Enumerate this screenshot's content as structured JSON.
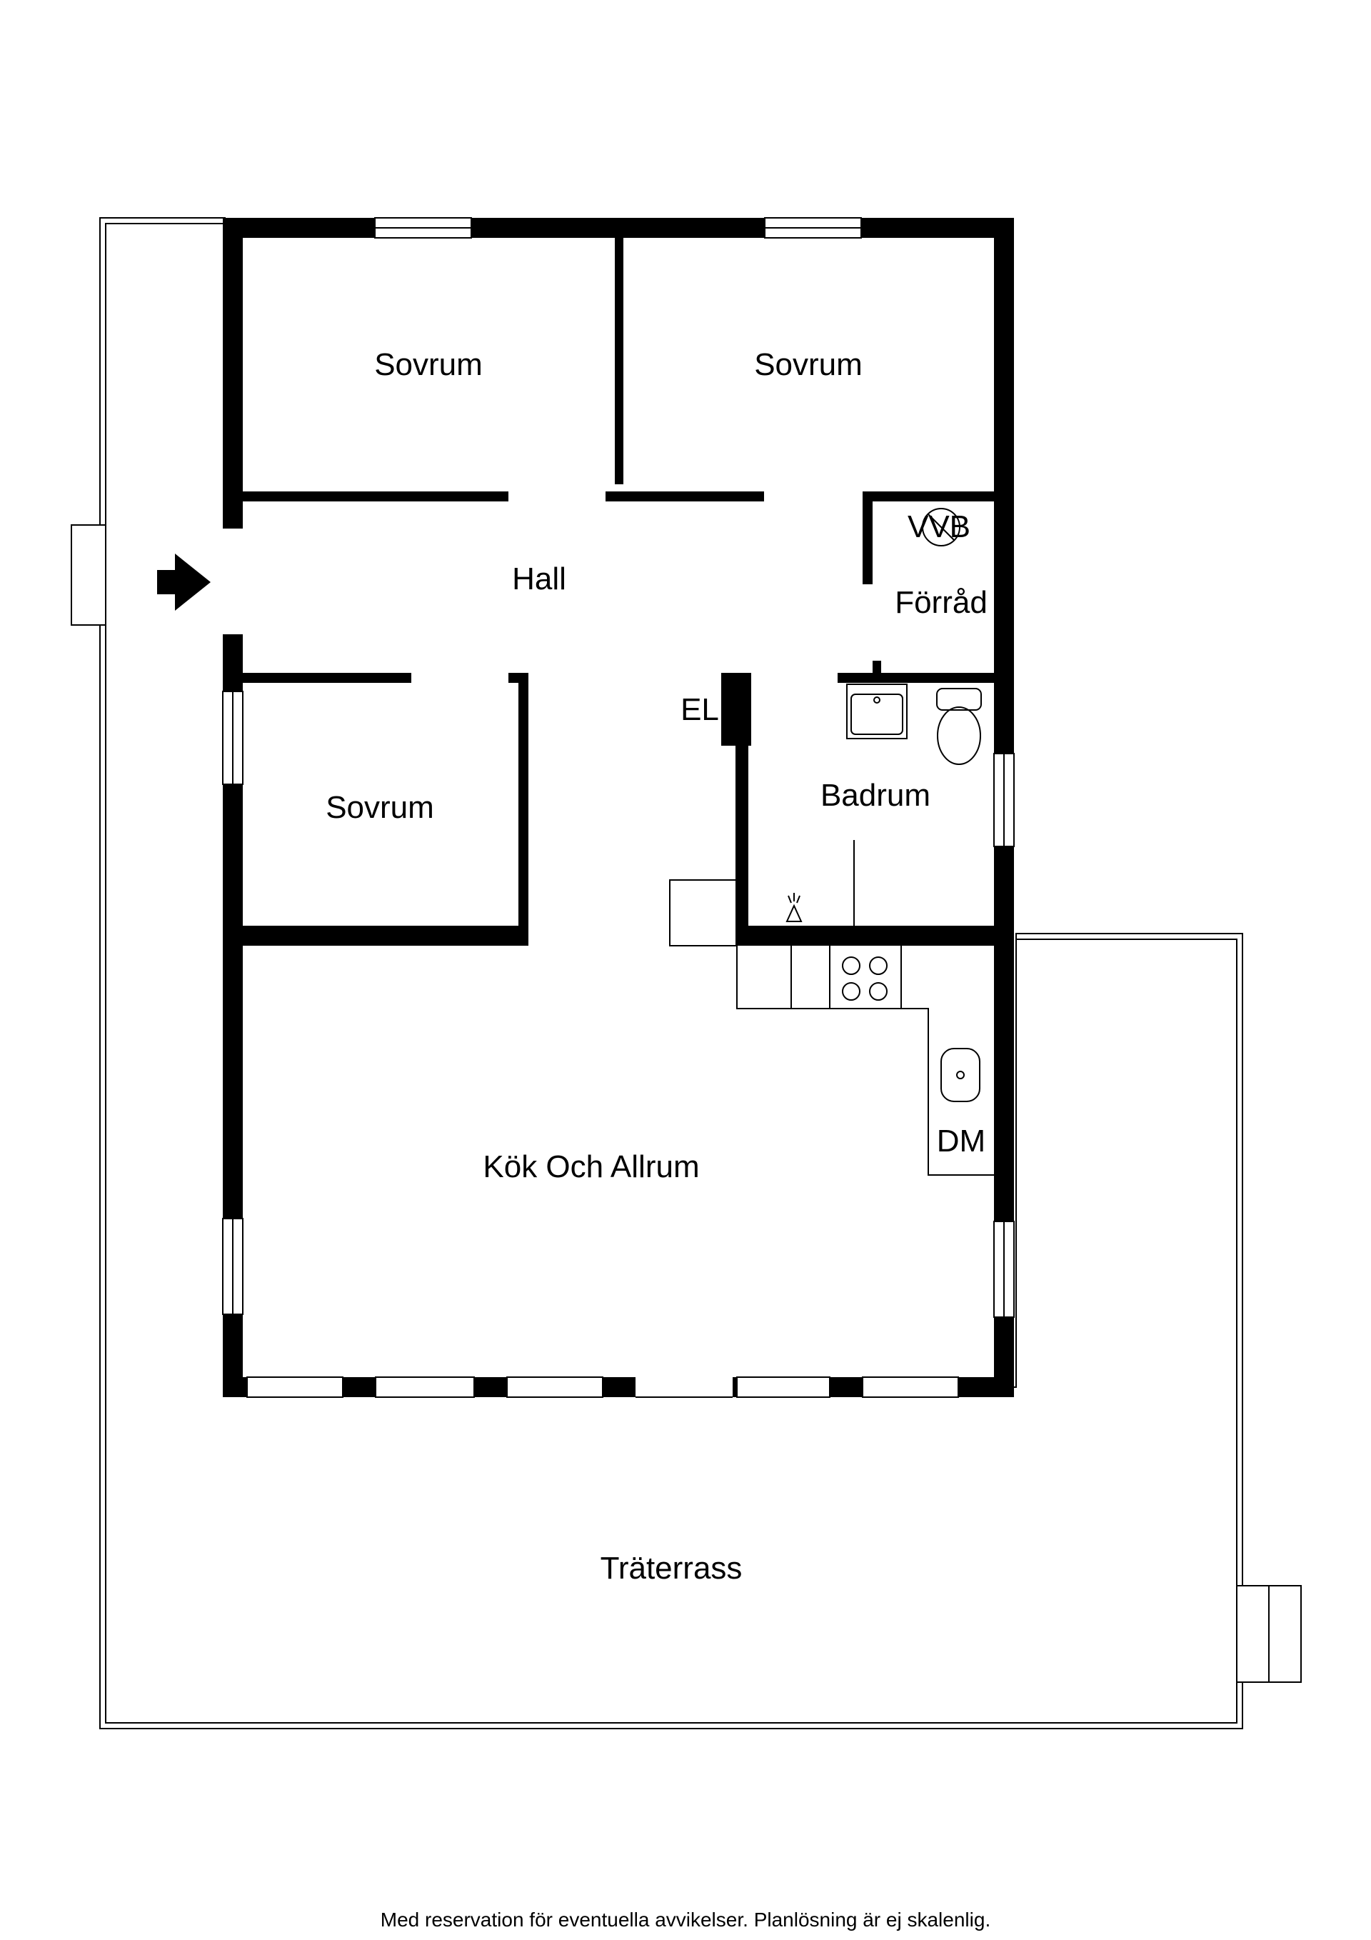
{
  "rooms": {
    "sovrum_1": "Sovrum",
    "sovrum_2": "Sovrum",
    "sovrum_3": "Sovrum",
    "hall": "Hall",
    "vvb": "VVB",
    "forrad": "Förråd",
    "el": "EL",
    "badrum": "Badrum",
    "kok": "Kök Och Allrum",
    "dm": "DM",
    "terrass": "Träterrass"
  },
  "footer": {
    "disclaimer": "Med reservation för eventuella avvikelser. Planlösning är ej skalenlig."
  },
  "icons": [
    "entrance-arrow-icon",
    "water-heater-icon",
    "washbasin-icon",
    "toilet-icon",
    "stove-icon",
    "sink-icon",
    "light-icon"
  ]
}
